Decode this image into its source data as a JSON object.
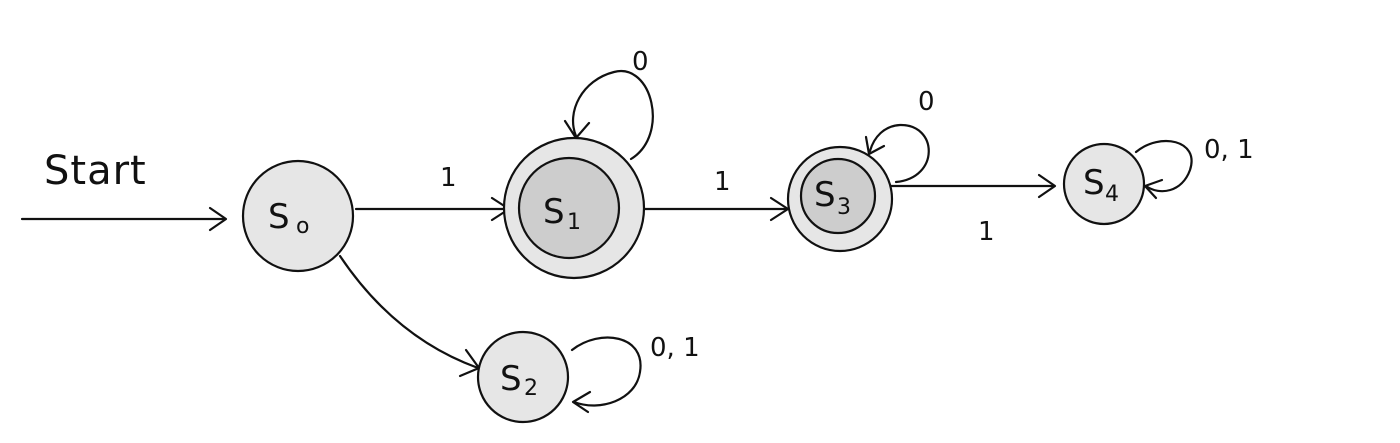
{
  "start_label": "Start",
  "states": {
    "s0": {
      "letter": "S",
      "sub": "o"
    },
    "s1": {
      "letter": "S",
      "sub": "1"
    },
    "s2": {
      "letter": "S",
      "sub": "2"
    },
    "s3": {
      "letter": "S",
      "sub": "3"
    },
    "s4": {
      "letter": "S",
      "sub": "4"
    }
  },
  "accepting_states": [
    "s1",
    "s3"
  ],
  "transitions": {
    "s0_to_s1": "1",
    "s1_to_s3": "1",
    "s3_to_s4": "1",
    "s1_loop": "0",
    "s3_loop": "0",
    "s2_loop": "0, 1",
    "s4_loop": "0, 1"
  },
  "colors": {
    "state_fill": "#e6e6e6",
    "accepting_inner_fill": "#cdcdcd",
    "stroke": "#111111"
  }
}
